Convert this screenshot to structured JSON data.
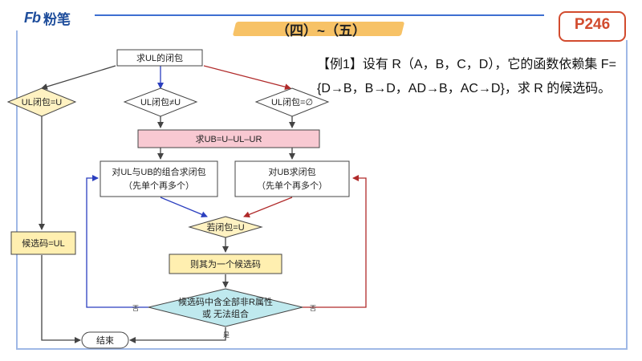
{
  "header": {
    "logo_mark": "Fb",
    "logo_text": "粉笔",
    "title": "（四）~（五）",
    "page_badge": "P246"
  },
  "example": {
    "text": "【例1】设有 R（A，B，C，D），它的函数依赖集 F={D→B，B→D，AD→B，AC→D}，求 R 的候选码。"
  },
  "flowchart": {
    "start": "求UL的闭包",
    "cond_eq_u": "UL闭包=U",
    "cond_neq_u": "UL闭包≠U",
    "cond_empty": "UL闭包=∅",
    "compute_ub": "求UB=U–UL–UR",
    "combo_line1": "对UL与UB的组合求闭包",
    "combo_line2": "（先单个再多个）",
    "ub_line1": "对UB求闭包",
    "ub_line2": "（先单个再多个）",
    "cond_closure_u": "若闭包=U",
    "is_candidate": "则其为一个候选码",
    "candidate_ul": "候选码=UL",
    "cond_final_line1": "候选码中含全部非R属性",
    "cond_final_line2": "或 无法组合",
    "end": "结束",
    "label_no_left": "否",
    "label_no_right": "否",
    "label_yes": "是"
  },
  "colors": {
    "accent_blue": "#1f4e9c",
    "badge_red": "#d24b2e",
    "title_highlight": "#f7c266",
    "diamond_fill": "#fff2c2",
    "box_fill": "#ffefb0",
    "pink_fill": "#f8c9d2",
    "cyan_fill": "#bfe9ee",
    "arrow_blue": "#2b3fbf",
    "arrow_red": "#b02a2a"
  }
}
